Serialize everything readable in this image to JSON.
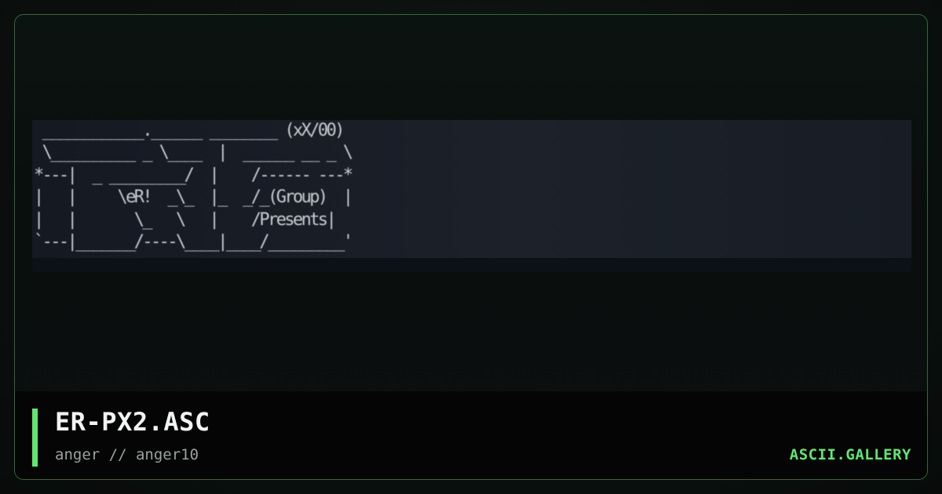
{
  "artwork": {
    "ascii": " ____________.______ ________ (xX/00)\n \\__________ _ \\____  |  ______ __ _ \\\n*---|  _ _________/  |    /------ ---*\n|   |     \\eR!  _\\_  |_  _/_(Group)  |\n|   |       \\_   \\   |    /Presents|\n`---|_______/----\\____|____/_________'"
  },
  "footer": {
    "title": "ER-PX2.ASC",
    "subtitle": "anger // anger10",
    "brand": "ASCII.GALLERY"
  },
  "colors": {
    "accent": "#5ee86e",
    "border": "#2f6b36",
    "footer_bg": "#050505",
    "art_text": "#c9ccd2"
  }
}
